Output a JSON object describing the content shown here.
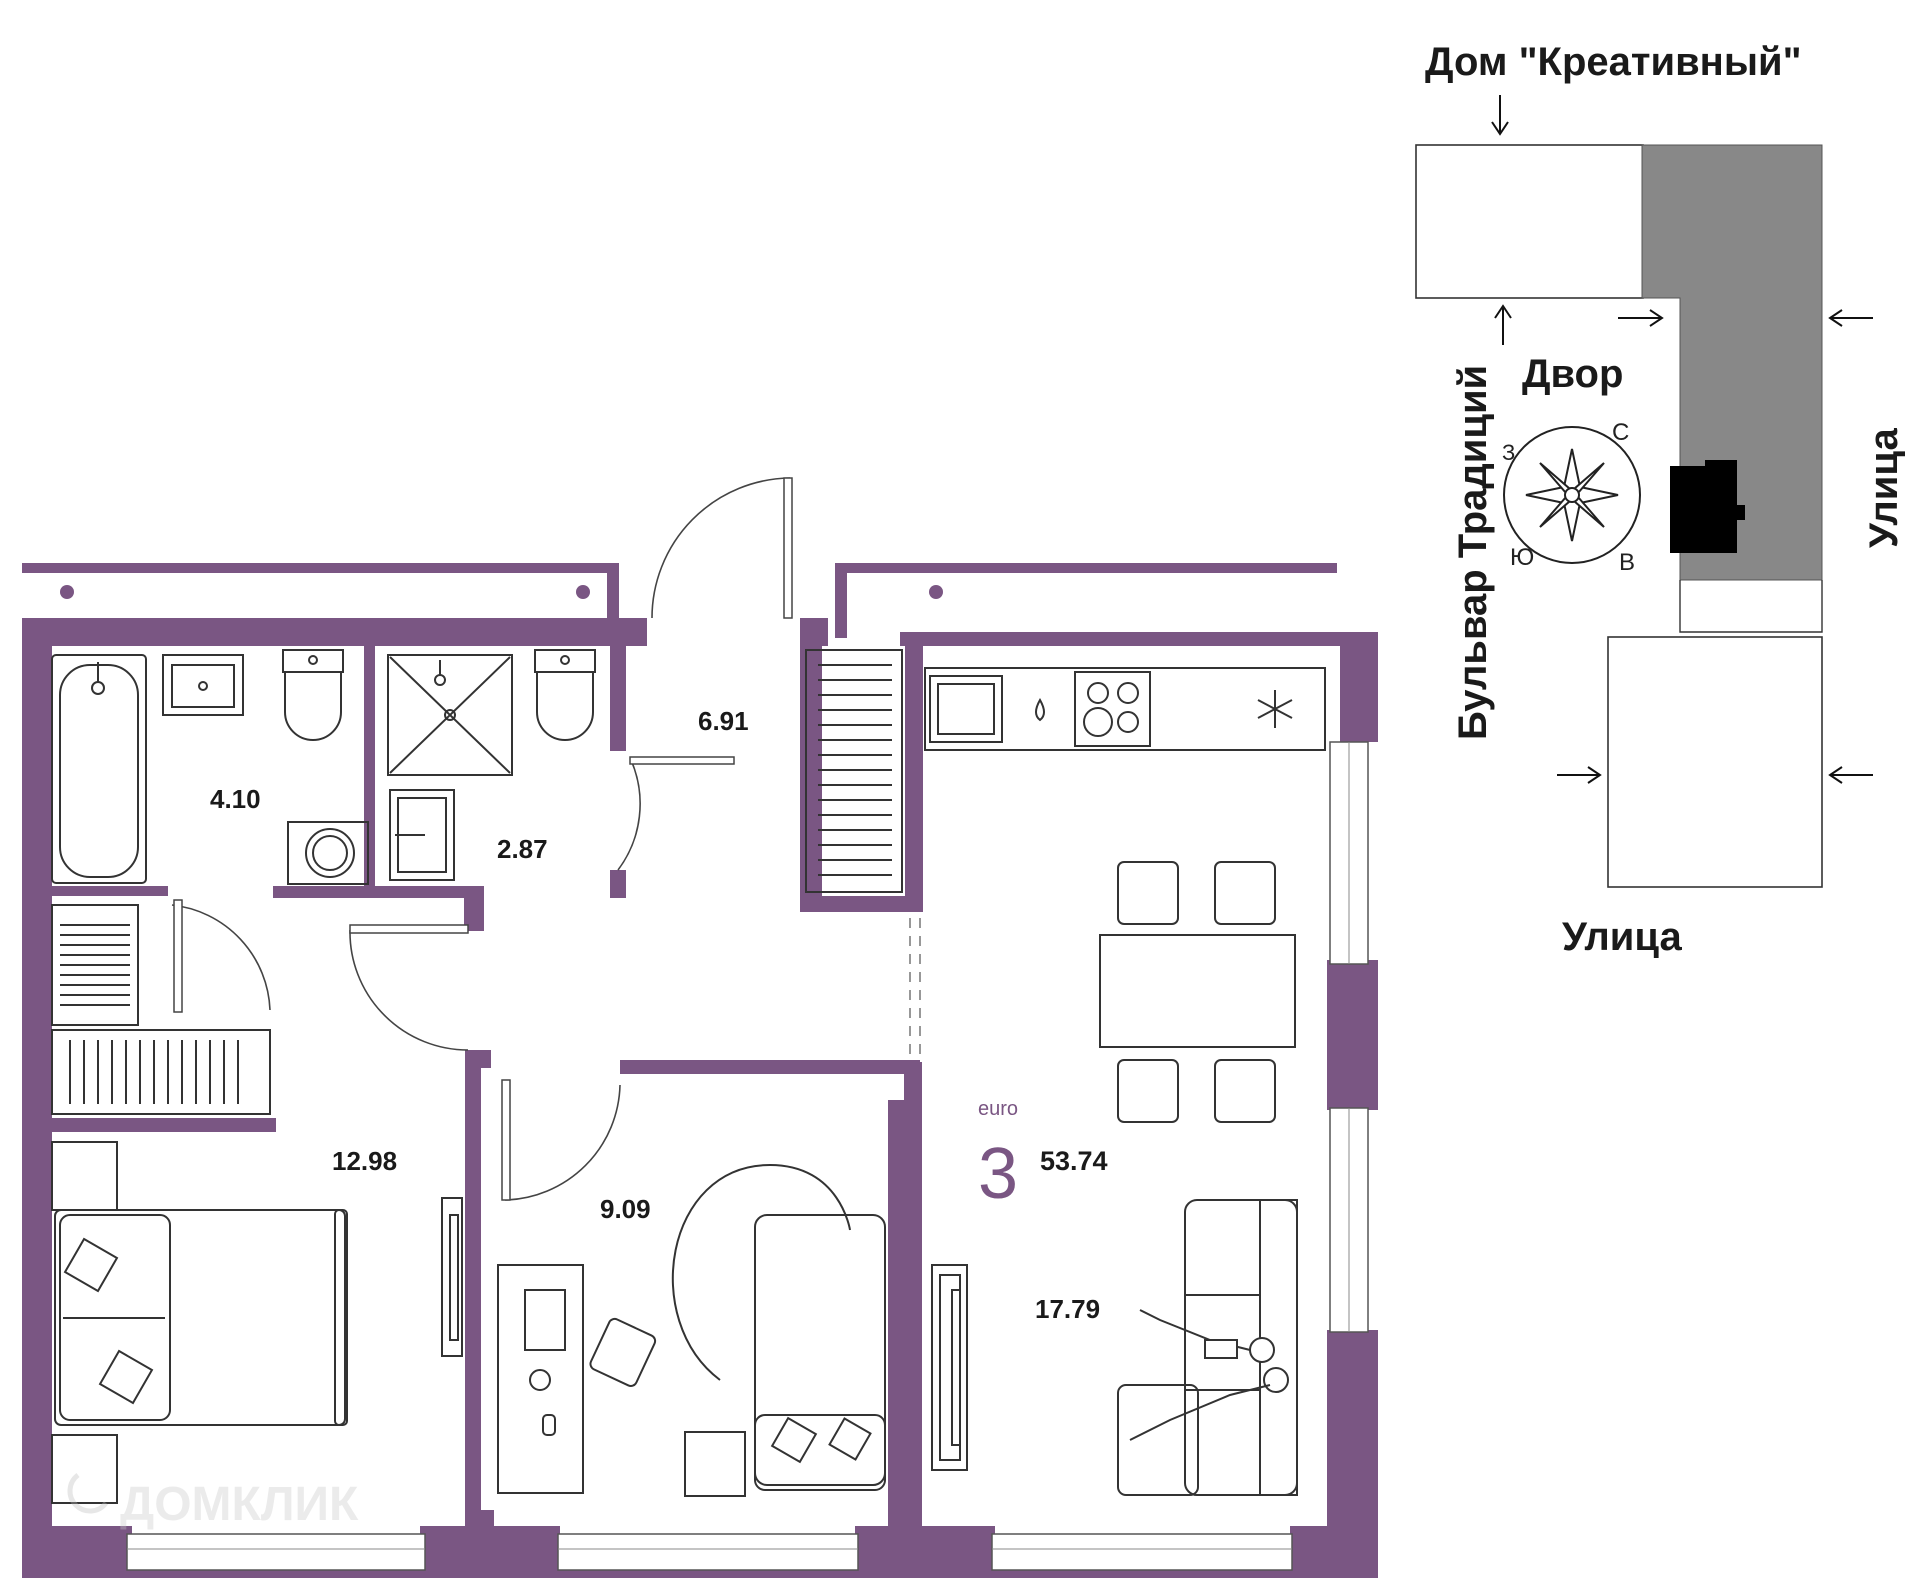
{
  "apartment": {
    "type_label": "euro",
    "rooms_count": "3",
    "total_area": "53.74"
  },
  "rooms": [
    {
      "id": "bathroom",
      "area": "4.10"
    },
    {
      "id": "wc",
      "area": "2.87"
    },
    {
      "id": "hallway",
      "area": "6.91"
    },
    {
      "id": "bedroom",
      "area": "12.98"
    },
    {
      "id": "study",
      "area": "9.09"
    },
    {
      "id": "living",
      "area": "17.79"
    }
  ],
  "site_plan": {
    "building_label": "Дом \"Креативный\"",
    "yard_label": "Двор",
    "street_left": "Бульвар Традиций",
    "street_right": "Улица",
    "street_bottom": "Улица",
    "compass": {
      "n": "С",
      "e": "В",
      "s": "Ю",
      "w": "З"
    }
  },
  "watermark": "ДОМКЛИК",
  "colors": {
    "wall": "#7a5683",
    "accent_text": "#7a5683",
    "section_dark": "#888888",
    "unit_marker": "#000000"
  }
}
